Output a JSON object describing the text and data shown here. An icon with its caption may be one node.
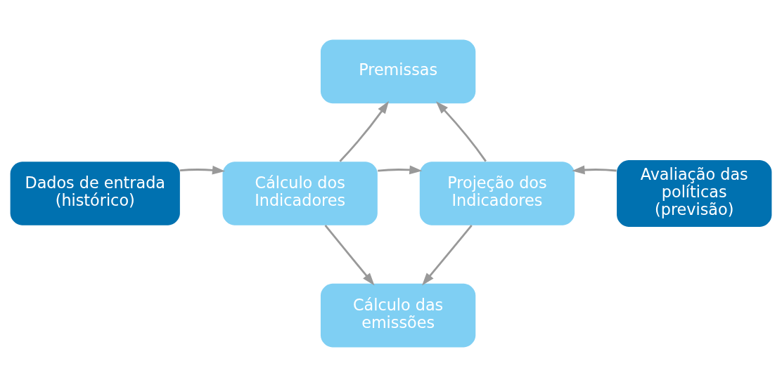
{
  "diagram": {
    "nodes": [
      {
        "text": [
          "Premissas"
        ]
      },
      {
        "text": [
          "Dados de entrada (histórico)"
        ]
      },
      {
        "text": [
          "Cálculo dos Indicadores"
        ]
      },
      {
        "text": [
          "Projeção dos Indicadores"
        ]
      },
      {
        "text": [
          "Avaliação das políticas (previsão)"
        ]
      },
      {
        "text": [
          "Cálculo das emissões"
        ]
      }
    ],
    "edges": [
      {
        "from": 1,
        "to": 2,
        "arrow": "to"
      },
      {
        "from": 2,
        "to": 3,
        "arrow": "to"
      },
      {
        "from": 4,
        "to": 3,
        "arrow": "to"
      },
      {
        "from": 2,
        "to": 0,
        "arrow": "to"
      },
      {
        "from": 3,
        "to": 0,
        "arrow": "to"
      },
      {
        "from": 2,
        "to": 5,
        "arrow": "to"
      },
      {
        "from": 3,
        "to": 5,
        "arrow": "to"
      }
    ]
  }
}
